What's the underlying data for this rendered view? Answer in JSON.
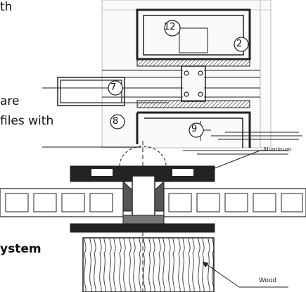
{
  "text_fragments": {
    "line1": "th",
    "line2": "are",
    "line3": "files with",
    "line4": "ystem"
  },
  "diagram_labels": {
    "aluminum": "Aluminum",
    "wood": "Wood"
  },
  "callouts": {
    "c12": "12",
    "c2": "2",
    "c7": "7",
    "c8": "8",
    "c9": "9"
  },
  "colors": {
    "ink": "#111111",
    "background": "#ffffff",
    "hatch": "#333333"
  }
}
